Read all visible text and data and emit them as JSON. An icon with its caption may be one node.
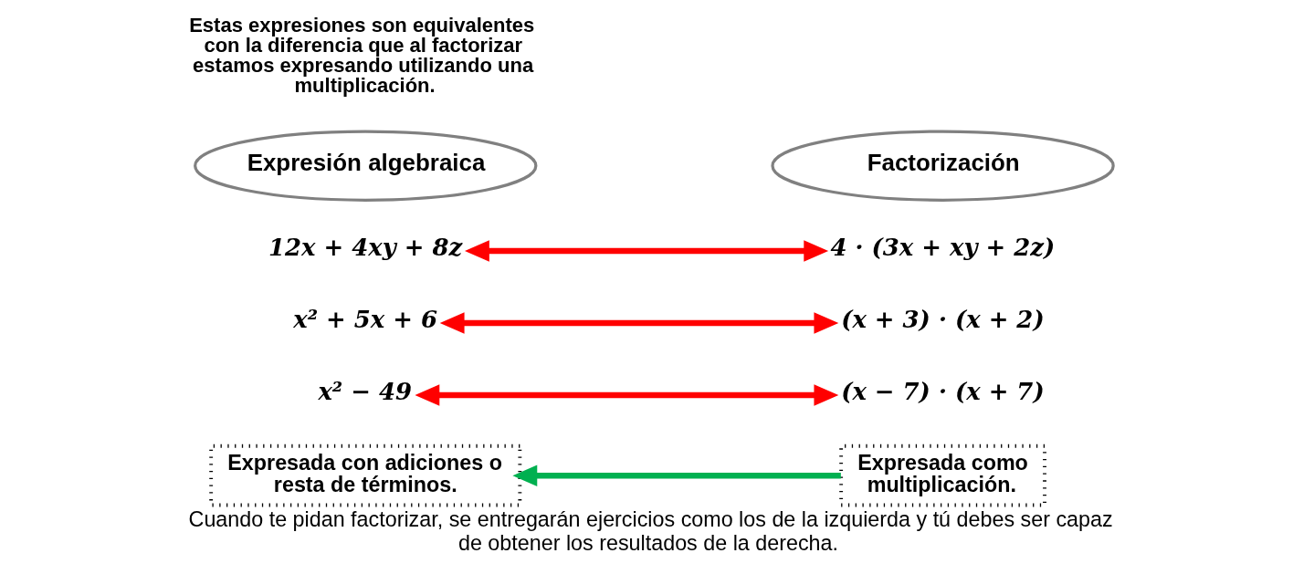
{
  "diagram": {
    "nodes": [
      {
        "text": [
          "Expresión algebraica"
        ]
      },
      {
        "text": [
          "Factorización"
        ]
      },
      {
        "text": [
          "12x + 4xy + 8z"
        ]
      },
      {
        "text": [
          "4 · (3x + xy + 2z)"
        ]
      },
      {
        "text": [
          "x² + 5x + 6"
        ]
      },
      {
        "text": [
          "(x + 3) · (x + 2)"
        ]
      },
      {
        "text": [
          "x² − 49"
        ]
      },
      {
        "text": [
          "(x − 7) · (x + 7)"
        ]
      },
      {
        "text": [
          "Expresada con adiciones o resta de términos."
        ]
      },
      {
        "text": [
          "Expresada como multiplicación."
        ]
      }
    ],
    "edges": [
      {
        "from": 2,
        "to": 3,
        "arrow": "both",
        "color": "#ff0000"
      },
      {
        "from": 4,
        "to": 5,
        "arrow": "both",
        "color": "#ff0000"
      },
      {
        "from": 6,
        "to": 7,
        "arrow": "both",
        "color": "#ff0000"
      },
      {
        "from": 9,
        "to": 8,
        "arrow": "to",
        "color": "#00b050"
      }
    ],
    "labels": [
      "Estas expresiones son equivalentes con la diferencia que al factorizar estamos expresando utilizando una multiplicación."
    ],
    "caption": "Cuando te pidan factorizar, se entregarán ejercicios como los de la izquierda y tú debes ser capaz de obtener los resultados de la derecha."
  }
}
